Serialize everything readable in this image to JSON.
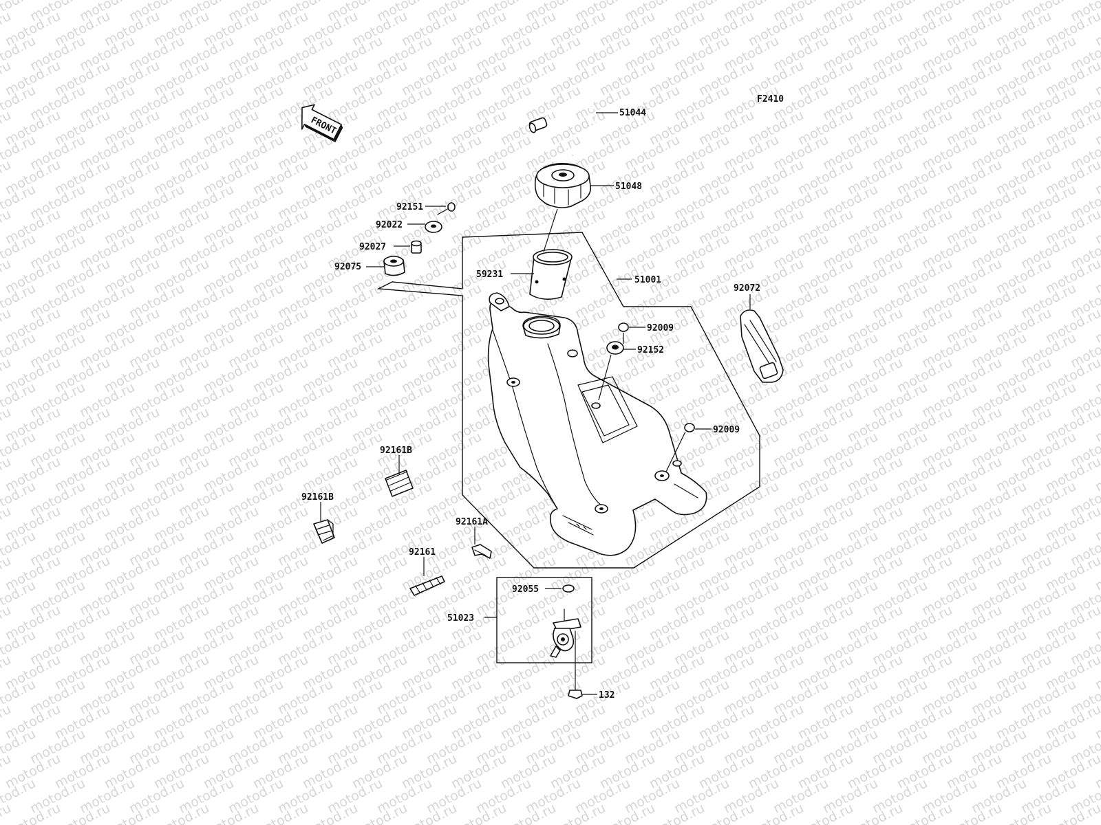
{
  "diagram": {
    "figure_code": "F2410",
    "front_arrow": {
      "label": "FRONT",
      "icon": "front-arrow-icon"
    },
    "watermark": "motod.ru",
    "callouts": [
      {
        "id": "p51044",
        "text": "51044"
      },
      {
        "id": "p51048",
        "text": "51048"
      },
      {
        "id": "p92151",
        "text": "92151"
      },
      {
        "id": "p92022",
        "text": "92022"
      },
      {
        "id": "p92027",
        "text": "92027"
      },
      {
        "id": "p92075",
        "text": "92075"
      },
      {
        "id": "p59231",
        "text": "59231"
      },
      {
        "id": "p51001",
        "text": "51001"
      },
      {
        "id": "p92072",
        "text": "92072"
      },
      {
        "id": "p92009a",
        "text": "92009"
      },
      {
        "id": "p92152",
        "text": "92152"
      },
      {
        "id": "p92009b",
        "text": "92009"
      },
      {
        "id": "p92161B1",
        "text": "92161B"
      },
      {
        "id": "p92161B2",
        "text": "92161B"
      },
      {
        "id": "p92161A",
        "text": "92161A"
      },
      {
        "id": "p92161",
        "text": "92161"
      },
      {
        "id": "p92055",
        "text": "92055"
      },
      {
        "id": "p51023",
        "text": "51023"
      },
      {
        "id": "p132",
        "text": "132"
      }
    ]
  }
}
